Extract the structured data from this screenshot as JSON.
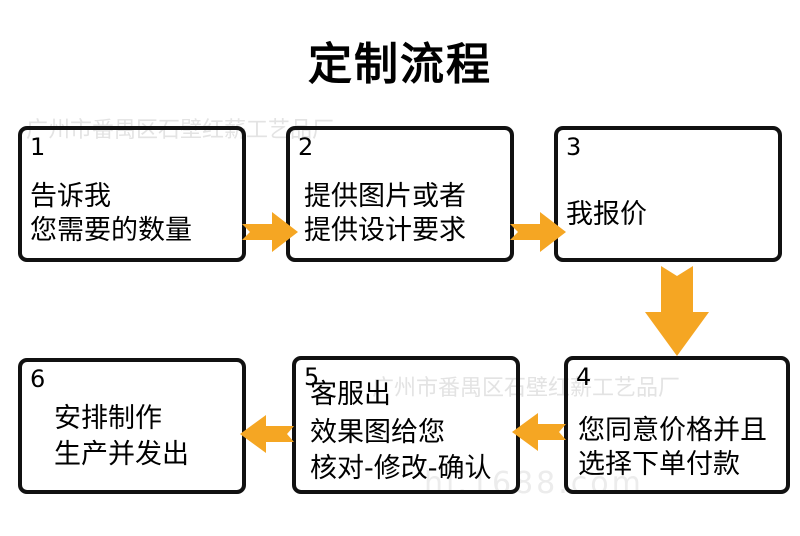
{
  "title": "定制流程",
  "watermark": {
    "line1": "广州市番禺区石壁红薪工艺品厂",
    "line2": "广州市番禺区石壁红薪工艺品厂",
    "line3": "hl.1688.com"
  },
  "steps": [
    {
      "num": "1",
      "lines": [
        "告诉我",
        "您需要的数量"
      ]
    },
    {
      "num": "2",
      "lines": [
        "提供图片或者",
        "提供设计要求"
      ]
    },
    {
      "num": "3",
      "lines": [
        "我报价"
      ]
    },
    {
      "num": "4",
      "lines": [
        "您同意价格并且",
        "选择下单付款"
      ]
    },
    {
      "num": "5",
      "lines": [
        "客服出",
        "效果图给您",
        "核对-修改-确认"
      ]
    },
    {
      "num": "6",
      "lines": [
        "安排制作",
        "生产并发出"
      ]
    }
  ],
  "colors": {
    "arrow": "#f5a623",
    "border": "#111111",
    "text": "#000000"
  }
}
